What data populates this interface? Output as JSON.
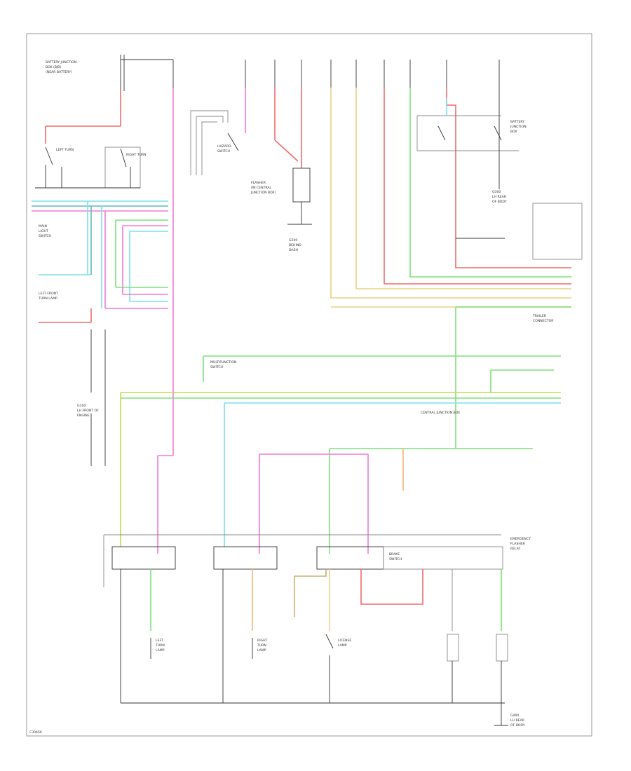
{
  "diagram": {
    "footer_code": "C30456",
    "labels": {
      "left_upper": [
        "BATTERY JUNCTION",
        "BOX (BJB)",
        "(NEAR BATTERY)"
      ],
      "left_turn_lamp_sw": "LEFT TURN",
      "right_turn_lamp_sw": "RIGHT TURN",
      "main_light_sw": [
        "MAIN",
        "LIGHT",
        "SWITCH"
      ],
      "left_front_turn_conn": [
        "LEFT FRONT",
        "TURN LAMP"
      ],
      "g100": [
        "G100",
        "LH FRONT OF",
        "ENGINE"
      ],
      "flasher": [
        "FLASHER",
        "(IN CENTRAL",
        "JUNCTION BOX)"
      ],
      "g200": [
        "G200",
        "BEHIND",
        "DASH"
      ],
      "hazard_switch": [
        "HAZARD",
        "SWITCH"
      ],
      "battery_right": [
        "BATTERY",
        "JUNCTION",
        "BOX"
      ],
      "g300": [
        "G300",
        "LH REAR",
        "OF BODY"
      ],
      "trailer_conn": [
        "TRAILER",
        "CONNECTOR"
      ],
      "multifunction_sw": [
        "MULTIFUNCTION",
        "SWITCH"
      ],
      "central_junction": [
        "CENTRAL JUNCTION BOX"
      ],
      "emergency_flasher": [
        "EMERGENCY",
        "FLASHER",
        "RELAY"
      ],
      "brake_sw": [
        "BRAKE",
        "SWITCH"
      ],
      "lamps_bottom": [
        "LEFT",
        "TURN",
        "LAMP"
      ],
      "lamps_bottom_right": [
        "RIGHT",
        "TURN",
        "LAMP"
      ],
      "license_lamp": [
        "LICENSE",
        "LAMP"
      ],
      "g400": [
        "G400",
        "LH REAR",
        "OF BODY"
      ]
    }
  },
  "colors": {
    "pink": "#f07ad8",
    "red": "#ef6a6a",
    "cyan": "#7ae0ea",
    "green": "#7ee07a",
    "yellow": "#e8d080",
    "orange": "#f2b27a",
    "teal": "#5fbcb0",
    "dark": "#333333"
  }
}
